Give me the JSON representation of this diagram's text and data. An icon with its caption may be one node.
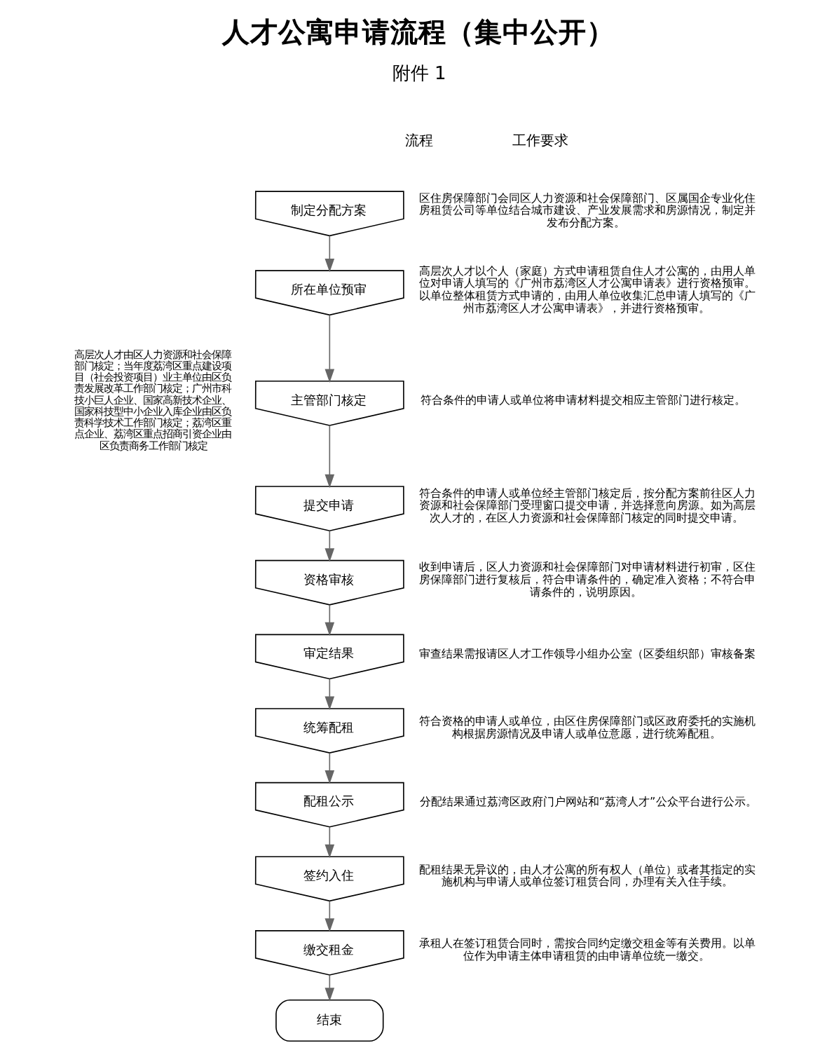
{
  "diagram": {
    "title": "人才公寓申请流程（集中公开）",
    "nodes": [
      {
        "text": [
          "制定分配方案"
        ],
        "beside": [
          "区住房保障部门会同区人力资源和社会保障部门、区属国企专业化住房租赁公司等单位结合城市建设、产业发展需求和房源情况，制定并发布分配方案。"
        ]
      },
      {
        "text": [
          "所在单位预审"
        ],
        "beside": [
          "高层次人才以个人（家庭）方式申请租赁自住人才公寓的，由用人单位对申请人填写的《广州市荔湾区人才公寓申请表》进行资格预审。以单位整体租赁方式申请的，由用人单位收集汇总申请人填写的《广州市荔湾区人才公寓申请表》，并进行资格预审。"
        ]
      },
      {
        "text": [
          "主管部门核定"
        ],
        "beside": [
          "高层次人才由区人力资源和社会保障部门核定；当年度荔湾区重点建设项目（社会投资项目）业主单位由区负责发展改革工作部门核定；广州市科技小巨人企业、国家高新技术企业、国家科技型中小企业入库企业由区负责科学技术工作部门核定；荔湾区重点企业、荔湾区重点招商引资企业由区负责商务工作部门核定",
          "符合条件的申请人或单位将申请材料提交相应主管部门进行核定。"
        ]
      },
      {
        "text": [
          "提交申请"
        ],
        "beside": [
          "符合条件的申请人或单位经主管部门核定后，按分配方案前往区人力资源和社会保障部门受理窗口提交申请，并选择意向房源。如为高层次人才的，在区人力资源和社会保障部门核定的同时提交申请。"
        ]
      },
      {
        "text": [
          "资格审核"
        ],
        "beside": [
          "收到申请后，区人力资源和社会保障部门对申请材料进行初审，区住房保障部门进行复核后，符合申请条件的，确定准入资格；不符合申请条件的，说明原因。"
        ]
      },
      {
        "text": [
          "审定结果"
        ],
        "beside": [
          "审查结果需报请区人才工作领导小组办公室（区委组织部）审核备案"
        ]
      },
      {
        "text": [
          "统筹配租"
        ],
        "beside": [
          "符合资格的申请人或单位，由区住房保障部门或区政府委托的实施机构根据房源情况及申请人或单位意愿，进行统筹配租。"
        ]
      },
      {
        "text": [
          "配租公示"
        ],
        "beside": [
          "分配结果通过荔湾区政府门户网站和“荔湾人才”公众平台进行公示。"
        ]
      },
      {
        "text": [
          "签约入住"
        ],
        "beside": [
          "配租结果无异议的，由人才公寓的所有权人（单位）或者其指定的实施机构与申请人或单位签订租赁合同，办理有关入住手续。"
        ]
      },
      {
        "text": [
          "缴交租金"
        ],
        "beside": [
          "承租人在签订租赁合同时，需按合同约定缴交租金等有关费用。以单位作为申请主体申请租赁的由申请单位统一缴交。"
        ]
      },
      {
        "text": [
          "结束"
        ]
      }
    ],
    "edges": [
      {
        "from": 0,
        "to": 1,
        "arrow": "to"
      },
      {
        "from": 1,
        "to": 2,
        "arrow": "to"
      },
      {
        "from": 2,
        "to": 3,
        "arrow": "to"
      },
      {
        "from": 3,
        "to": 4,
        "arrow": "to"
      },
      {
        "from": 4,
        "to": 5,
        "arrow": "to"
      },
      {
        "from": 5,
        "to": 6,
        "arrow": "to"
      },
      {
        "from": 6,
        "to": 7,
        "arrow": "to"
      },
      {
        "from": 7,
        "to": 8,
        "arrow": "to"
      },
      {
        "from": 8,
        "to": 9,
        "arrow": "to"
      },
      {
        "from": 9,
        "to": 10,
        "arrow": "to"
      }
    ],
    "labels": [
      "附件 1",
      "流程",
      "工作要求"
    ]
  }
}
